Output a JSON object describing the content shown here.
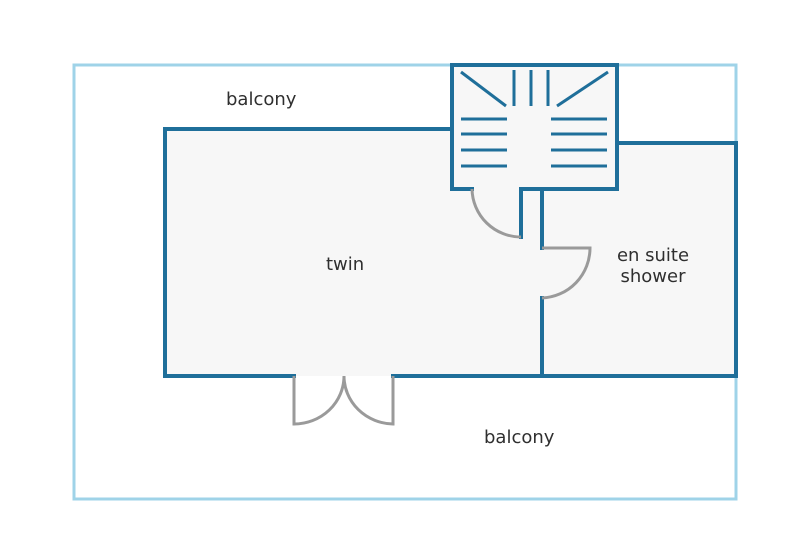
{
  "colors": {
    "wall": "#1f6f9a",
    "balcony_outline": "#9fd3e8",
    "floor": "#f7f7f7",
    "door": "#9a9a9a",
    "text": "#2f2f2f"
  },
  "rooms": {
    "balcony_top": "balcony",
    "twin": "twin",
    "ensuite_line1": "en suite",
    "ensuite_line2": "shower",
    "balcony_bottom": "balcony"
  }
}
